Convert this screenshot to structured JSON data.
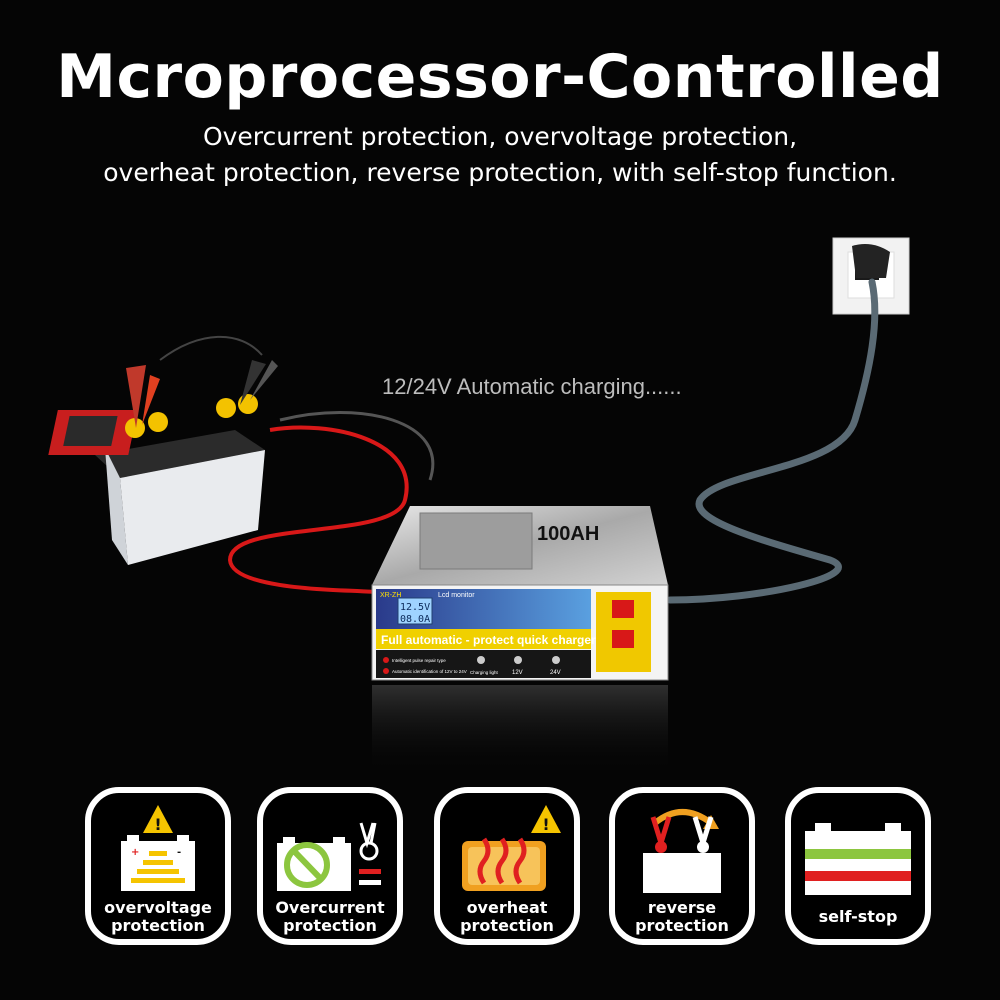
{
  "header": {
    "title": "Mcroprocessor-Controlled",
    "subtitle_line1": "Overcurrent protection, overvoltage protection,",
    "subtitle_line2": "overheat protection, reverse protection, with self-stop function."
  },
  "scene": {
    "status_text": "12/24V  Automatic charging......",
    "charger": {
      "capacity_label": "100AH",
      "model_label": "XR-ZH",
      "monitor_label": "Lcd monitor",
      "lcd_voltage": "12.5V",
      "lcd_current": "08.0A",
      "banner_text": "Full automatic  - protect quick charger",
      "feature1": "Intelligent pulse repair type",
      "feature2": "Automatic identification of 12V to 24V",
      "indicator_charging": "Charging light",
      "indicator_12v": "12V",
      "indicator_24v": "24V"
    }
  },
  "features": [
    {
      "line1": "overvoltage",
      "line2": "protection",
      "icon": "overvoltage-icon"
    },
    {
      "line1": "Overcurrent",
      "line2": "protection",
      "icon": "overcurrent-icon"
    },
    {
      "line1": "overheat",
      "line2": "protection",
      "icon": "overheat-icon"
    },
    {
      "line1": "reverse",
      "line2": "protection",
      "icon": "reverse-icon"
    },
    {
      "line1": "self-stop",
      "line2": "",
      "icon": "self-stop-icon"
    }
  ],
  "colors": {
    "background": "#050505",
    "warning_yellow": "#f5c400",
    "stop_red": "#e02020",
    "ok_green": "#8cc63f",
    "heat_orange": "#f0a020"
  }
}
